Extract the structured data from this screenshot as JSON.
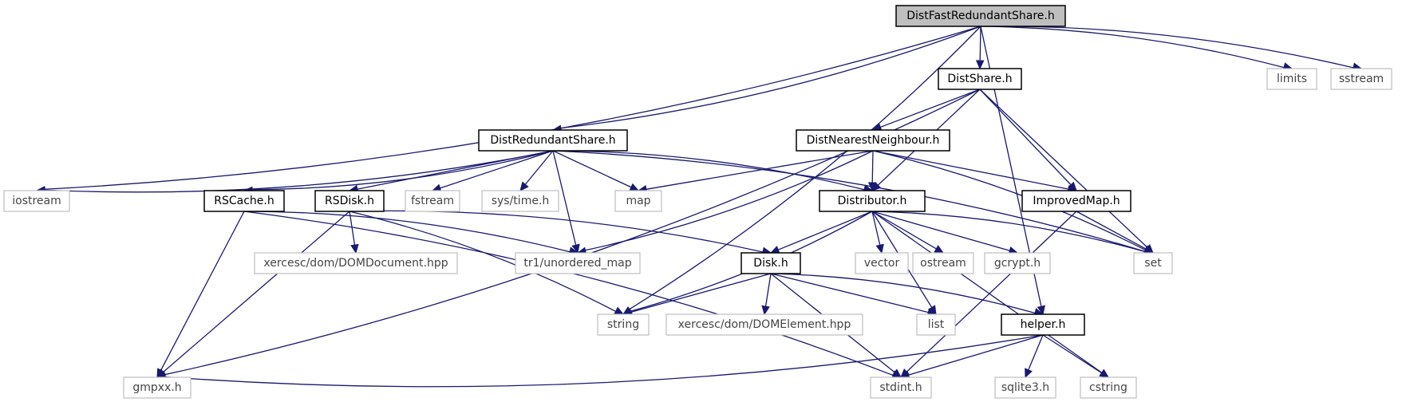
{
  "graph": {
    "root": "DistFastRedundantShare.h",
    "nodes": [
      {
        "id": "DistFastRedundantShare",
        "label": "DistFastRedundantShare.h",
        "kind": "root"
      },
      {
        "id": "DistShare",
        "label": "DistShare.h",
        "kind": "project"
      },
      {
        "id": "limits",
        "label": "limits",
        "kind": "system"
      },
      {
        "id": "sstream",
        "label": "sstream",
        "kind": "system"
      },
      {
        "id": "DistRedundantShare",
        "label": "DistRedundantShare.h",
        "kind": "project"
      },
      {
        "id": "DistNearestNeighbour",
        "label": "DistNearestNeighbour.h",
        "kind": "project"
      },
      {
        "id": "iostream",
        "label": "iostream",
        "kind": "system"
      },
      {
        "id": "RSCache",
        "label": "RSCache.h",
        "kind": "project"
      },
      {
        "id": "RSDisk",
        "label": "RSDisk.h",
        "kind": "project"
      },
      {
        "id": "fstream",
        "label": "fstream",
        "kind": "system"
      },
      {
        "id": "systime",
        "label": "sys/time.h",
        "kind": "system"
      },
      {
        "id": "map",
        "label": "map",
        "kind": "system"
      },
      {
        "id": "Distributor",
        "label": "Distributor.h",
        "kind": "project"
      },
      {
        "id": "ImprovedMap",
        "label": "ImprovedMap.h",
        "kind": "project"
      },
      {
        "id": "DOMDocument",
        "label": "xercesc/dom/DOMDocument.hpp",
        "kind": "system"
      },
      {
        "id": "tr1map",
        "label": "tr1/unordered_map",
        "kind": "system"
      },
      {
        "id": "Disk",
        "label": "Disk.h",
        "kind": "project"
      },
      {
        "id": "vector",
        "label": "vector",
        "kind": "system"
      },
      {
        "id": "ostream",
        "label": "ostream",
        "kind": "system"
      },
      {
        "id": "gcrypt",
        "label": "gcrypt.h",
        "kind": "system"
      },
      {
        "id": "set",
        "label": "set",
        "kind": "system"
      },
      {
        "id": "string",
        "label": "string",
        "kind": "system"
      },
      {
        "id": "DOMElement",
        "label": "xercesc/dom/DOMElement.hpp",
        "kind": "system"
      },
      {
        "id": "list",
        "label": "list",
        "kind": "system"
      },
      {
        "id": "helper",
        "label": "helper.h",
        "kind": "project"
      },
      {
        "id": "gmpxx",
        "label": "gmpxx.h",
        "kind": "system"
      },
      {
        "id": "stdint",
        "label": "stdint.h",
        "kind": "system"
      },
      {
        "id": "sqlite3",
        "label": "sqlite3.h",
        "kind": "system"
      },
      {
        "id": "cstring",
        "label": "cstring",
        "kind": "system"
      }
    ],
    "edges": [
      [
        "DistFastRedundantShare",
        "DistShare"
      ],
      [
        "DistFastRedundantShare",
        "limits"
      ],
      [
        "DistFastRedundantShare",
        "sstream"
      ],
      [
        "DistFastRedundantShare",
        "DistRedundantShare"
      ],
      [
        "DistFastRedundantShare",
        "iostream"
      ],
      [
        "DistFastRedundantShare",
        "string"
      ],
      [
        "DistFastRedundantShare",
        "helper"
      ],
      [
        "DistShare",
        "DistNearestNeighbour"
      ],
      [
        "DistShare",
        "Distributor"
      ],
      [
        "DistShare",
        "ImprovedMap"
      ],
      [
        "DistShare",
        "set"
      ],
      [
        "DistShare",
        "gmpxx"
      ],
      [
        "DistRedundantShare",
        "iostream"
      ],
      [
        "DistRedundantShare",
        "RSCache"
      ],
      [
        "DistRedundantShare",
        "RSDisk"
      ],
      [
        "DistRedundantShare",
        "fstream"
      ],
      [
        "DistRedundantShare",
        "systime"
      ],
      [
        "DistRedundantShare",
        "map"
      ],
      [
        "DistRedundantShare",
        "tr1map"
      ],
      [
        "DistRedundantShare",
        "Distributor"
      ],
      [
        "DistRedundantShare",
        "set"
      ],
      [
        "DistNearestNeighbour",
        "map"
      ],
      [
        "DistNearestNeighbour",
        "tr1map"
      ],
      [
        "DistNearestNeighbour",
        "Distributor"
      ],
      [
        "DistNearestNeighbour",
        "ImprovedMap"
      ],
      [
        "DistNearestNeighbour",
        "set"
      ],
      [
        "RSCache",
        "gmpxx"
      ],
      [
        "RSCache",
        "tr1map"
      ],
      [
        "RSCache",
        "stdint"
      ],
      [
        "RSDisk",
        "gmpxx"
      ],
      [
        "RSDisk",
        "DOMDocument"
      ],
      [
        "RSDisk",
        "string"
      ],
      [
        "RSDisk",
        "Disk"
      ],
      [
        "Distributor",
        "Disk"
      ],
      [
        "Distributor",
        "string"
      ],
      [
        "Distributor",
        "list"
      ],
      [
        "Distributor",
        "vector"
      ],
      [
        "Distributor",
        "ostream"
      ],
      [
        "Distributor",
        "gcrypt"
      ],
      [
        "Distributor",
        "set"
      ],
      [
        "Distributor",
        "cstring"
      ],
      [
        "ImprovedMap",
        "set"
      ],
      [
        "ImprovedMap",
        "stdint"
      ],
      [
        "Disk",
        "string"
      ],
      [
        "Disk",
        "DOMElement"
      ],
      [
        "Disk",
        "list"
      ],
      [
        "Disk",
        "helper"
      ],
      [
        "Disk",
        "stdint"
      ],
      [
        "helper",
        "gmpxx"
      ],
      [
        "helper",
        "stdint"
      ],
      [
        "helper",
        "sqlite3"
      ],
      [
        "helper",
        "cstring"
      ]
    ]
  }
}
